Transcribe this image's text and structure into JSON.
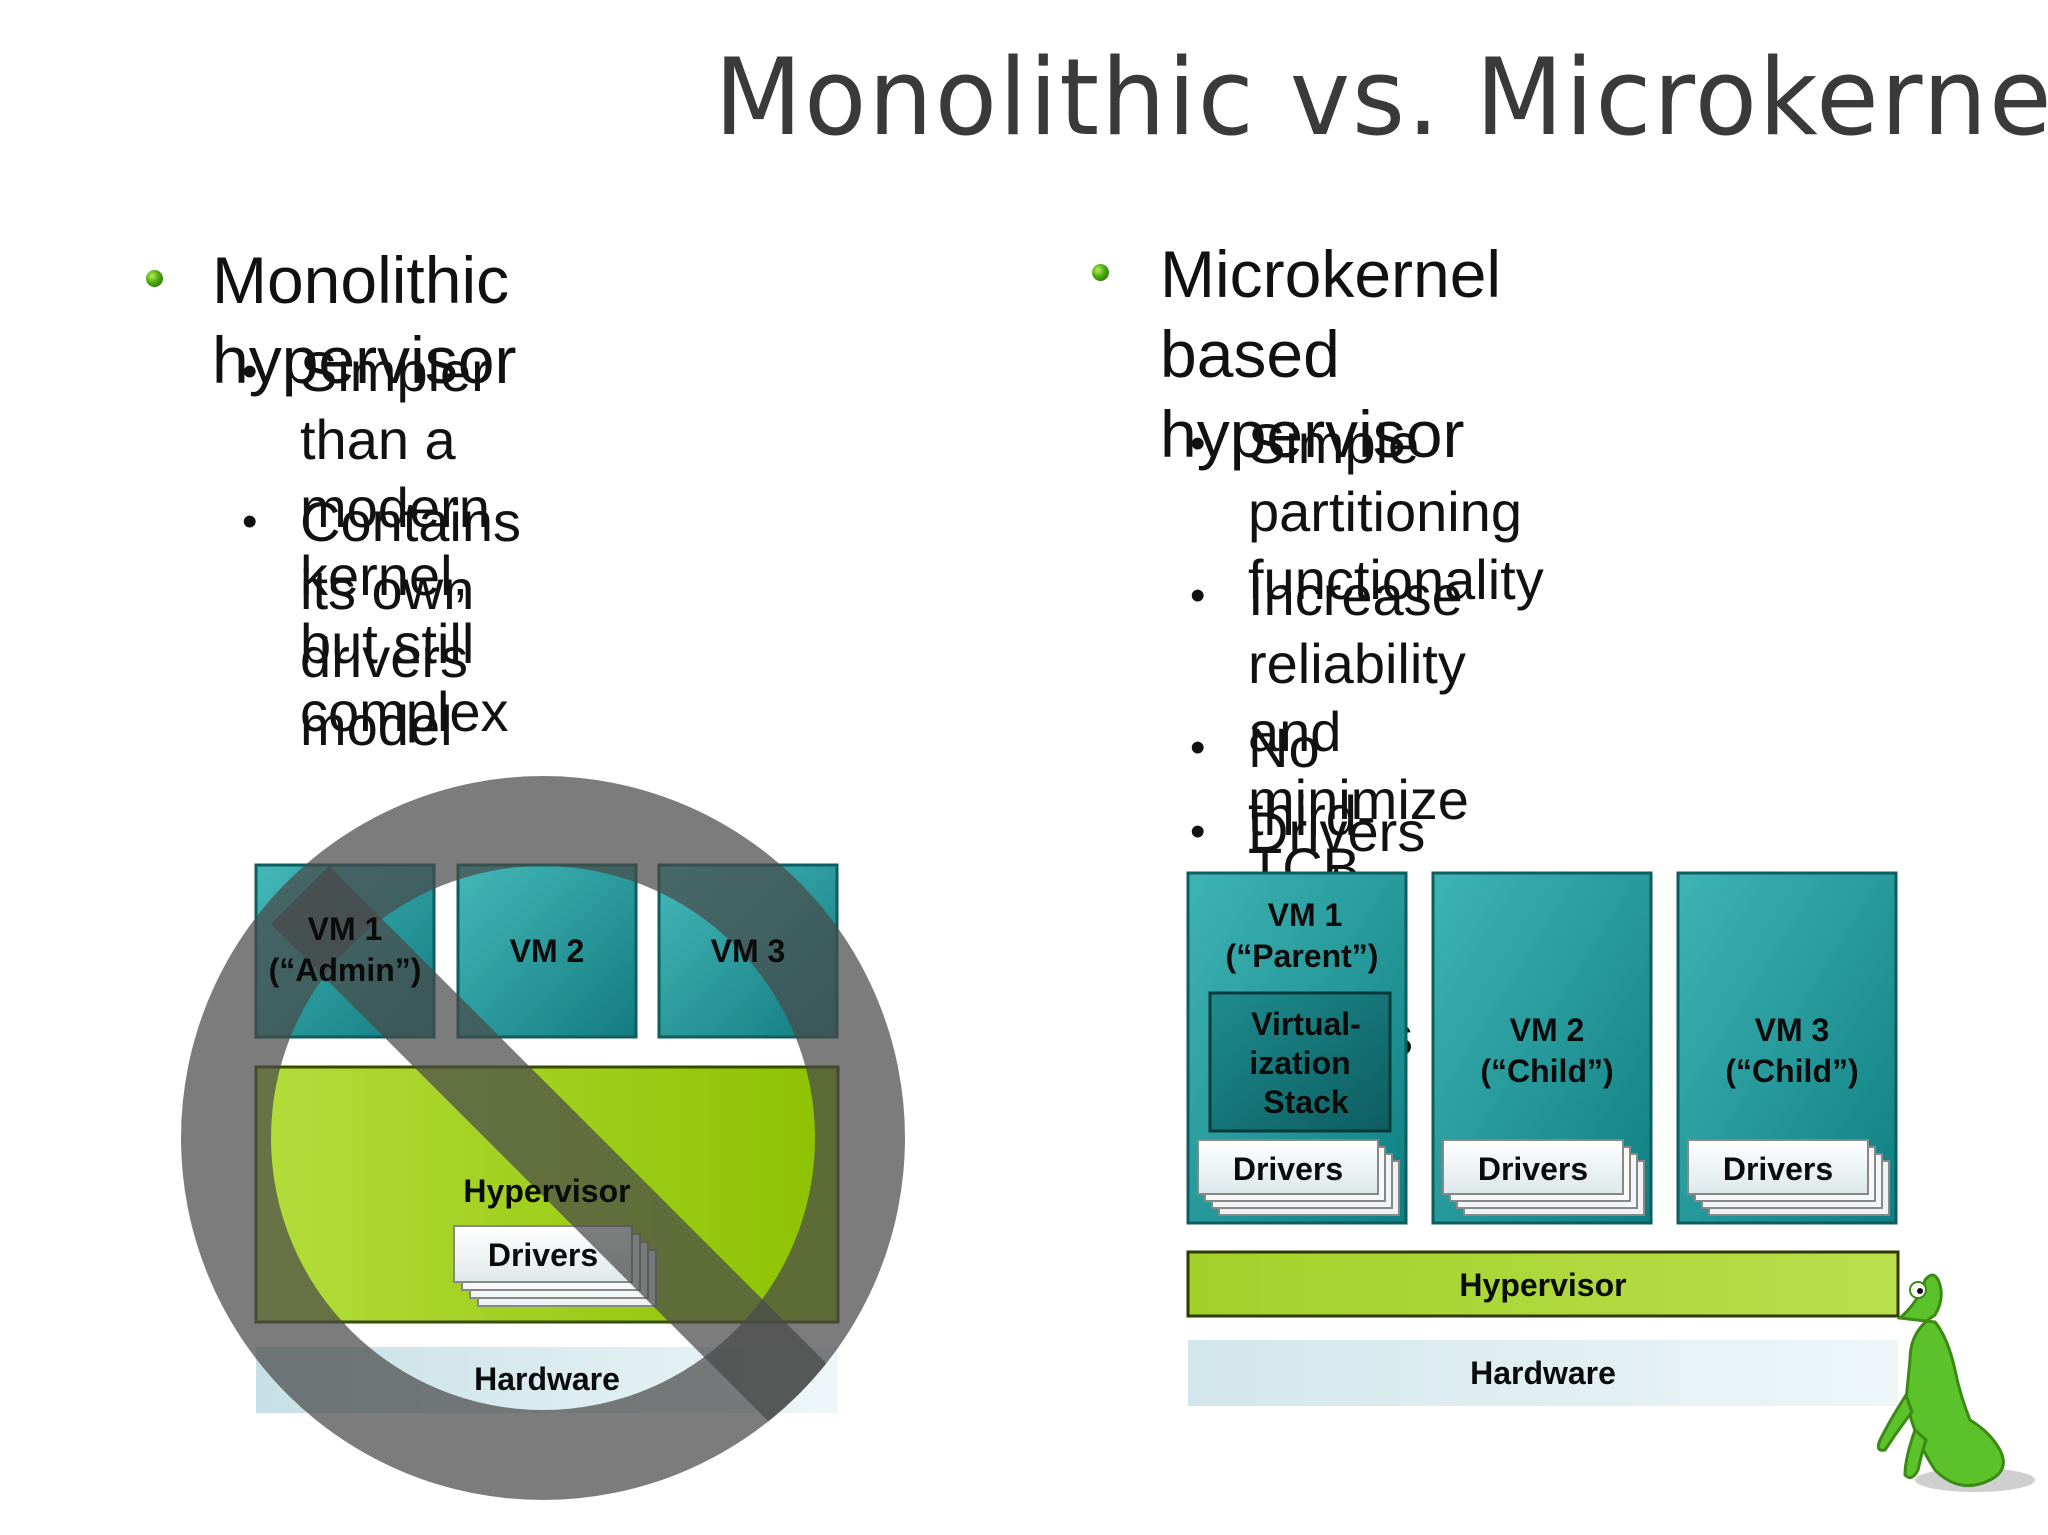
{
  "title": "Monolithic vs. Microkernel",
  "left": {
    "heading": "Monolithic hypervisor",
    "bullets": [
      {
        "line1": "Simpler than a modern",
        "line2": "kernel, but still complex"
      },
      {
        "line1": "Contains its own drivers",
        "line2": "model"
      }
    ],
    "diagram": {
      "vm1_line1": "VM 1",
      "vm1_line2": "(“Admin”)",
      "vm2": "VM 2",
      "vm3": "VM 3",
      "hypervisor": "Hypervisor",
      "drivers": "Drivers",
      "hardware": "Hardware"
    }
  },
  "right": {
    "heading_line1": "Microkernel based",
    "heading_line2": "hypervisor",
    "bullets": [
      {
        "line1": "Simple partitioning",
        "line2": "functionality"
      },
      {
        "line1": "Increase reliability and",
        "line2": "minimize TCB"
      },
      {
        "line1": "No third-party code",
        "line2": ""
      },
      {
        "line1": "Drivers run within guests",
        "line2": ""
      }
    ],
    "diagram": {
      "vm1_line1": "VM 1",
      "vm1_line2": "(“Parent”)",
      "stack_line1": "Virtual-",
      "stack_line2": "ization",
      "stack_line3": "Stack",
      "vm2_line1": "VM 2",
      "vm2_line2": "(“Child”)",
      "vm3_line1": "VM 3",
      "vm3_line2": "(“Child”)",
      "drivers": "Drivers",
      "hypervisor": "Hypervisor",
      "hardware": "Hardware"
    }
  },
  "colors": {
    "vm_teal": "#1e9c9c",
    "hypervisor_green": "#9acd10",
    "hardware_blue": "#dcecef",
    "prohibit_gray": "#555555"
  }
}
